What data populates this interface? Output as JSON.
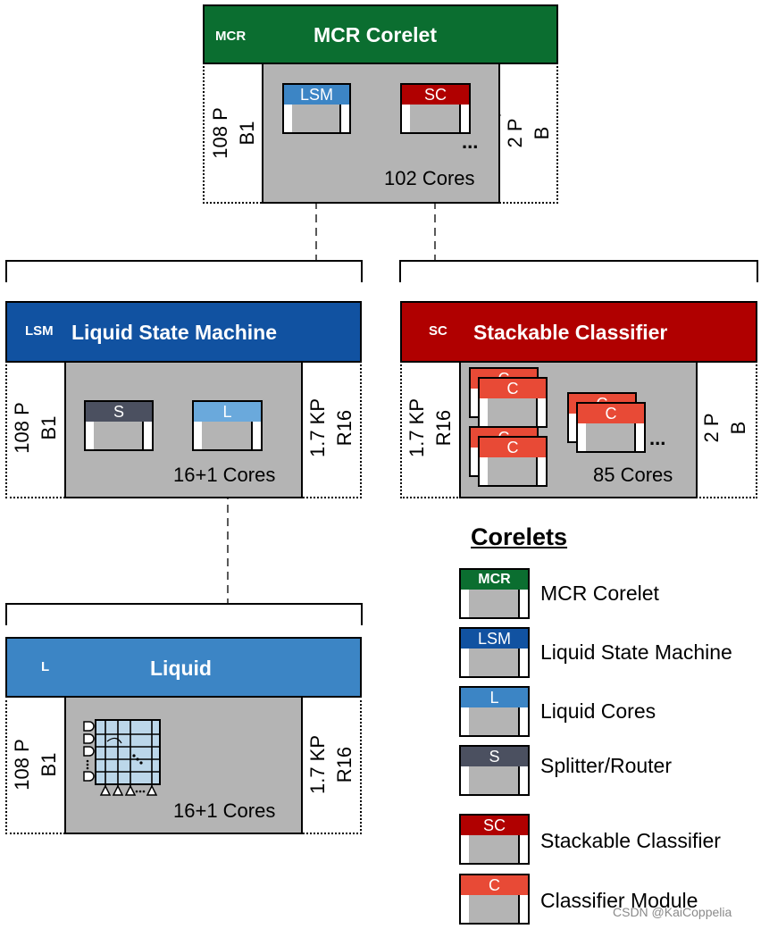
{
  "colors": {
    "mcr": "#0b6e30",
    "lsm": "#1152a1",
    "liquid": "#3c85c5",
    "sc": "#b00000",
    "splitter": "#4b5060",
    "classifier": "#e84a36",
    "gray": "#b4b4b4"
  },
  "mcr": {
    "abbr": "MCR",
    "title": "MCR Corelet",
    "left_a": "108 P",
    "left_b": "B1",
    "right_a": "2 P",
    "right_b": "B",
    "cores": "102 Cores",
    "mod_lsm": "LSM",
    "mod_sc": "SC",
    "ellipsis": "..."
  },
  "lsm": {
    "abbr": "LSM",
    "title": "Liquid State Machine",
    "left_a": "108 P",
    "left_b": "B1",
    "right_a": "1.7 KP",
    "right_b": "R16",
    "cores": "16+1 Cores",
    "mod_s": "S",
    "mod_l": "L"
  },
  "sc": {
    "abbr": "SC",
    "title": "Stackable Classifier",
    "left_a": "1.7 KP",
    "left_b": "R16",
    "right_a": "2 P",
    "right_b": "B",
    "cores": "85 Cores",
    "mod_c": "C",
    "ellipsis": "..."
  },
  "liquid": {
    "abbr": "L",
    "title": "Liquid",
    "left_a": "108 P",
    "left_b": "B1",
    "right_a": "1.7 KP",
    "right_b": "R16",
    "cores": "16+1 Cores"
  },
  "legend": {
    "title": "Corelets",
    "items": [
      {
        "abbr": "MCR",
        "label": "MCR Corelet"
      },
      {
        "abbr": "LSM",
        "label": "Liquid State Machine"
      },
      {
        "abbr": "L",
        "label": "Liquid Cores"
      },
      {
        "abbr": "S",
        "label": "Splitter/Router"
      },
      {
        "abbr": "SC",
        "label": "Stackable Classifier"
      },
      {
        "abbr": "C",
        "label": "Classifier Module"
      }
    ]
  },
  "watermark": "CSDN @KaiCoppelia"
}
